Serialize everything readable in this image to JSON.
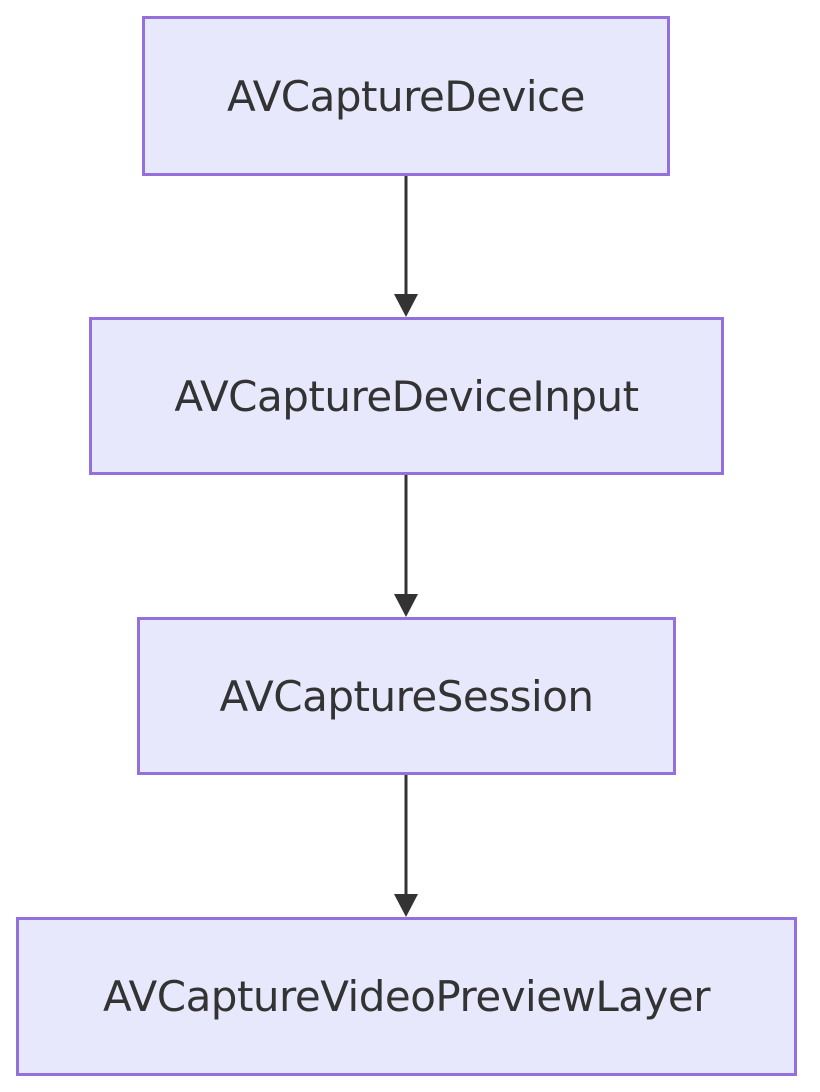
{
  "diagram": {
    "type": "flowchart",
    "direction": "top-to-bottom",
    "colors": {
      "node_fill": "#e8e8fd",
      "node_border": "#9370db",
      "text": "#333333",
      "edge": "#333333"
    },
    "nodes": [
      {
        "id": "n1",
        "label": "AVCaptureDevice"
      },
      {
        "id": "n2",
        "label": "AVCaptureDeviceInput"
      },
      {
        "id": "n3",
        "label": "AVCaptureSession"
      },
      {
        "id": "n4",
        "label": "AVCaptureVideoPreviewLayer"
      }
    ],
    "edges": [
      {
        "from": "n1",
        "to": "n2"
      },
      {
        "from": "n2",
        "to": "n3"
      },
      {
        "from": "n3",
        "to": "n4"
      }
    ]
  }
}
